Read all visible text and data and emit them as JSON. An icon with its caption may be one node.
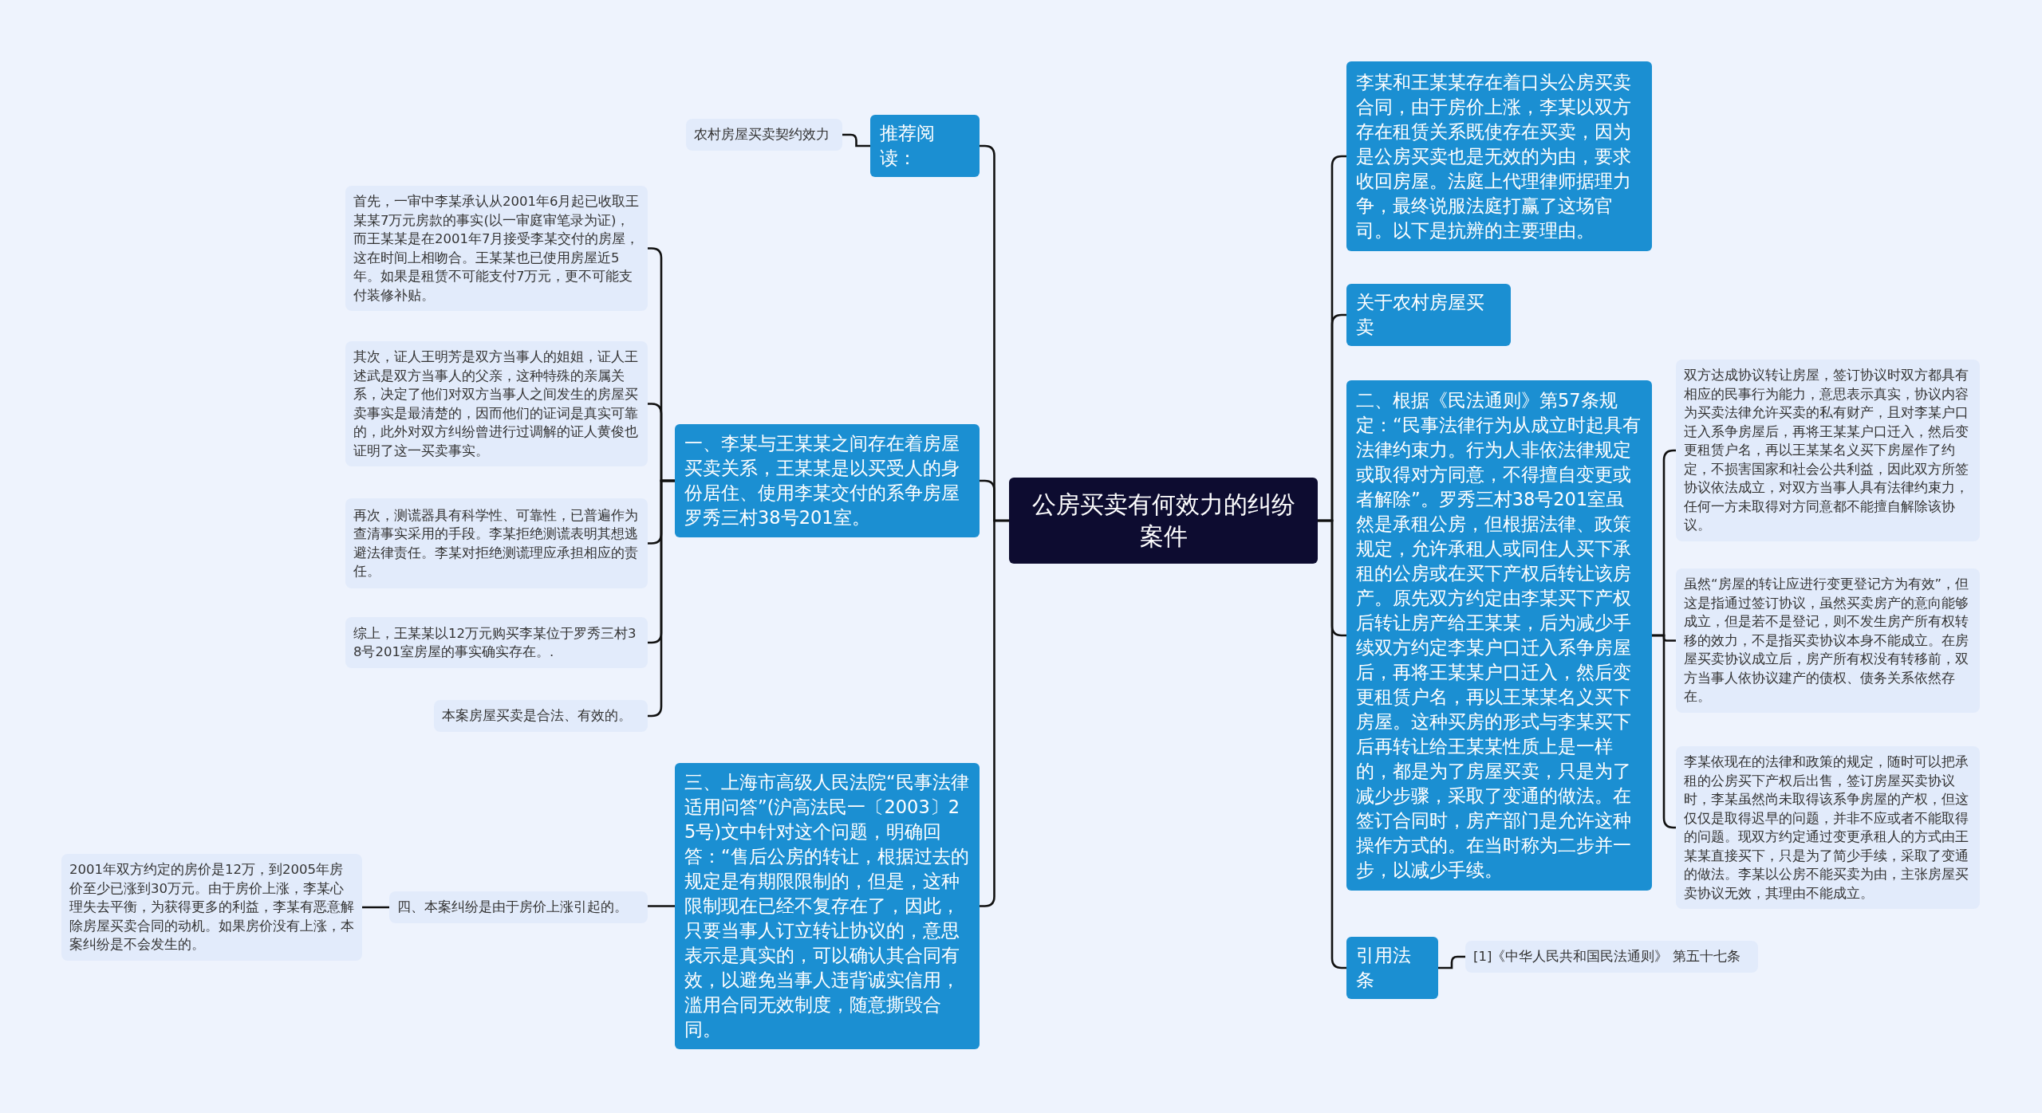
{
  "diagram": {
    "nodes": [
      {
        "text": [
          "公房买卖有何效力的纠纷案件"
        ]
      },
      {
        "text": [
          "推荐阅读："
        ]
      },
      {
        "text": [
          "农村房屋买卖契约效力"
        ]
      },
      {
        "text": [
          "一、李某与王某某之间存在着房屋买卖关系，王某某是以买受人的身份居住、使用李某交付的系争房屋罗秀三村38号201室。"
        ]
      },
      {
        "text": [
          "首先，一审中李某承认从2001年6月起已收取王某某7万元房款的事实(以一审庭审笔录为证)，而王某某是在2001年7月接受李某交付的房屋，这在时间上相吻合。王某某也已使用房屋近5年。如果是租赁不可能支付7万元，更不可能支付装修补贴。"
        ]
      },
      {
        "text": [
          "其次，证人王明芳是双方当事人的姐姐，证人王述武是双方当事人的父亲，这种特殊的亲属关系，决定了他们对双方当事人之间发生的房屋买卖事实是最清楚的，因而他们的证词是真实可靠的，此外对双方纠纷曾进行过调解的证人黄俊也证明了这一买卖事实。"
        ]
      },
      {
        "text": [
          "再次，测谎器具有科学性、可靠性，已普遍作为查清事实采用的手段。李某拒绝测谎表明其想逃避法律责任。李某对拒绝测谎理应承担相应的责任。"
        ]
      },
      {
        "text": [
          "综上，王某某以12万元购买李某位于罗秀三村38号201室房屋的事实确实存在。."
        ]
      },
      {
        "text": [
          "本案房屋买卖是合法、有效的。"
        ]
      },
      {
        "text": [
          "三、上海市高级人民法院“民事法律适用问答”(沪高法民一〔2003〕25号)文中针对这个问题，明确回答：“售后公房的转让，根据过去的规定是有期限限制的，但是，这种限制现在已经不复存在了，因此，只要当事人订立转让协议的，意思表示是真实的，可以确认其合同有效，以避免当事人违背诚实信用，滥用合同无效制度，随意撕毁合同。"
        ]
      },
      {
        "text": [
          "四、本案纠纷是由于房价上涨引起的。"
        ]
      },
      {
        "text": [
          "2001年双方约定的房价是12万，到2005年房价至少已涨到30万元。由于房价上涨，李某心理失去平衡，为获得更多的利益，李某有恶意解除房屋买卖合同的动机。如果房价没有上涨，本案纠纷是不会发生的。"
        ]
      },
      {
        "text": [
          "李某和王某某存在着口头公房买卖合同，由于房价上涨，李某以双方存在租赁关系既使存在买卖，因为是公房买卖也是无效的为由，要求收回房屋。法庭上代理律师据理力争，最终说服法庭打赢了这场官司。以下是抗辨的主要理由。"
        ]
      },
      {
        "text": [
          "关于农村房屋买卖"
        ]
      },
      {
        "text": [
          "二、根据《民法通则》第57条规定：“民事法律行为从成立时起具有法律约束力。行为人非依法律规定或取得对方同意，不得擅自变更或者解除”。罗秀三村38号201室虽然是承租公房，但根据法律、政策规定，允许承租人或同住人买下承租的公房或在买下产权后转让该房产。原先双方约定由李某买下产权后转让房产给王某某，后为减少手续双方约定李某户口迁入系争房屋后，再将王某某户口迁入，然后变更租赁户名，再以王某某名义买下房屋。这种买房的形式与李某买下后再转让给王某某性质上是一样的，都是为了房屋买卖，只是为了减少步骤，采取了变通的做法。在签订合同时，房产部门是允许这种操作方式的。在当时称为二步并一步，以减少手续。"
        ]
      },
      {
        "text": [
          "双方达成协议转让房屋，签订协议时双方都具有相应的民事行为能力，意思表示真实，协议内容为买卖法律允许买卖的私有财产，且对李某户口迁入系争房屋后，再将王某某户口迁入，然后变更租赁户名，再以王某某名义买下房屋作了约定，不损害国家和社会公共利益，因此双方所签协议依法成立，对双方当事人具有法律约束力，任何一方未取得对方同意都不能擅自解除该协议。"
        ]
      },
      {
        "text": [
          "虽然“房屋的转让应进行变更登记方为有效”，但这是指通过签订协议，虽然买卖房产的意向能够成立，但是若不是登记，则不发生房产所有权转移的效力，不是指买卖协议本身不能成立。在房屋买卖协议成立后，房产所有权没有转移前，双方当事人依协议建产的债权、债务关系依然存在。"
        ]
      },
      {
        "text": [
          "李某依现在的法律和政策的规定，随时可以把承租的公房买下产权后出售，签订房屋买卖协议时，李某虽然尚未取得该系争房屋的产权，但这仅仅是取得迟早的问题，并非不应或者不能取得的问题。现双方约定通过变更承租人的方式由王某某直接买下，只是为了简少手续，采取了变通的做法。李某以公房不能买卖为由，主张房屋买卖协议无效，其理由不能成立。"
        ]
      },
      {
        "text": [
          "引用法条"
        ]
      },
      {
        "text": [
          "[1]《中华人民共和国民法通则》 第五十七条"
        ]
      }
    ],
    "edges": [
      {
        "from": 0,
        "to": 1,
        "arrow": "none"
      },
      {
        "from": 1,
        "to": 2,
        "arrow": "none"
      },
      {
        "from": 0,
        "to": 3,
        "arrow": "none"
      },
      {
        "from": 3,
        "to": 4,
        "arrow": "none"
      },
      {
        "from": 3,
        "to": 5,
        "arrow": "none"
      },
      {
        "from": 3,
        "to": 6,
        "arrow": "none"
      },
      {
        "from": 3,
        "to": 7,
        "arrow": "none"
      },
      {
        "from": 3,
        "to": 8,
        "arrow": "none"
      },
      {
        "from": 0,
        "to": 9,
        "arrow": "none"
      },
      {
        "from": 9,
        "to": 10,
        "arrow": "none"
      },
      {
        "from": 10,
        "to": 11,
        "arrow": "none"
      },
      {
        "from": 0,
        "to": 12,
        "arrow": "none"
      },
      {
        "from": 0,
        "to": 13,
        "arrow": "none"
      },
      {
        "from": 0,
        "to": 14,
        "arrow": "none"
      },
      {
        "from": 14,
        "to": 15,
        "arrow": "none"
      },
      {
        "from": 14,
        "to": 16,
        "arrow": "none"
      },
      {
        "from": 14,
        "to": 17,
        "arrow": "none"
      },
      {
        "from": 0,
        "to": 18,
        "arrow": "none"
      },
      {
        "from": 18,
        "to": 19,
        "arrow": "none"
      }
    ]
  }
}
